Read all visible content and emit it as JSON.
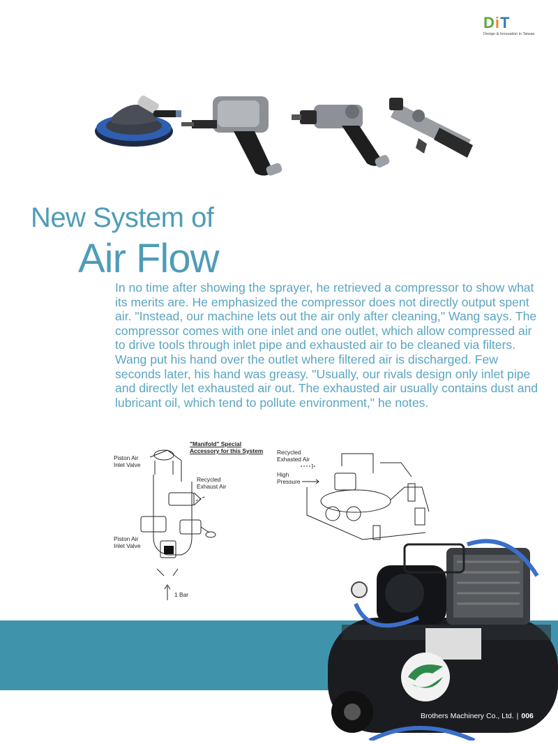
{
  "logo": {
    "mark_d": "D",
    "mark_i": "i",
    "mark_t": "T",
    "tagline": "Design & Innovation in Taiwan"
  },
  "heading": {
    "line1": "New System of",
    "line2": "Air Flow"
  },
  "body": "In no time after showing the sprayer, he retrieved a compressor to show what its merits are. He emphasized the compressor does not directly output spent air. \"Instead, our machine lets out the air only after cleaning,\" Wang says. The compressor comes with one inlet and one outlet, which allow compressed air to drive tools through inlet pipe and exhausted air to be cleaned via filters. Wang put his hand over the outlet where filtered air is discharged. Few seconds later, his hand was greasy. \"Usually, our rivals design only inlet pipe and directly let exhausted air out. The exhausted air usually contains dust and lubricant oil, which tend to pollute environment,\" he notes.",
  "diagram_left": {
    "title": "\"Manifold\" Special\nAccessory for this System",
    "label_inlet_top": "Piston Air\nInlet Valve",
    "label_recycled": "Recycled\nExhaust Air",
    "label_inlet_bottom": "Piston Air\nInlet Valve",
    "label_bar": "1 Bar"
  },
  "diagram_right": {
    "label_recycled": "Recycled\nExhasted Air",
    "label_high": "High\nPressure"
  },
  "footer": {
    "company": "Brothers Machinery Co., Ltd.",
    "separator": "|",
    "page": "006"
  },
  "colors": {
    "heading": "#4f9cb8",
    "body_text": "#5aa5c2",
    "band": "#3f93ab"
  },
  "icons": [
    "orbital-sander-icon",
    "impact-wrench-icon",
    "air-drill-icon",
    "angle-drill-icon",
    "air-compressor-icon",
    "brothers-logo-icon"
  ]
}
